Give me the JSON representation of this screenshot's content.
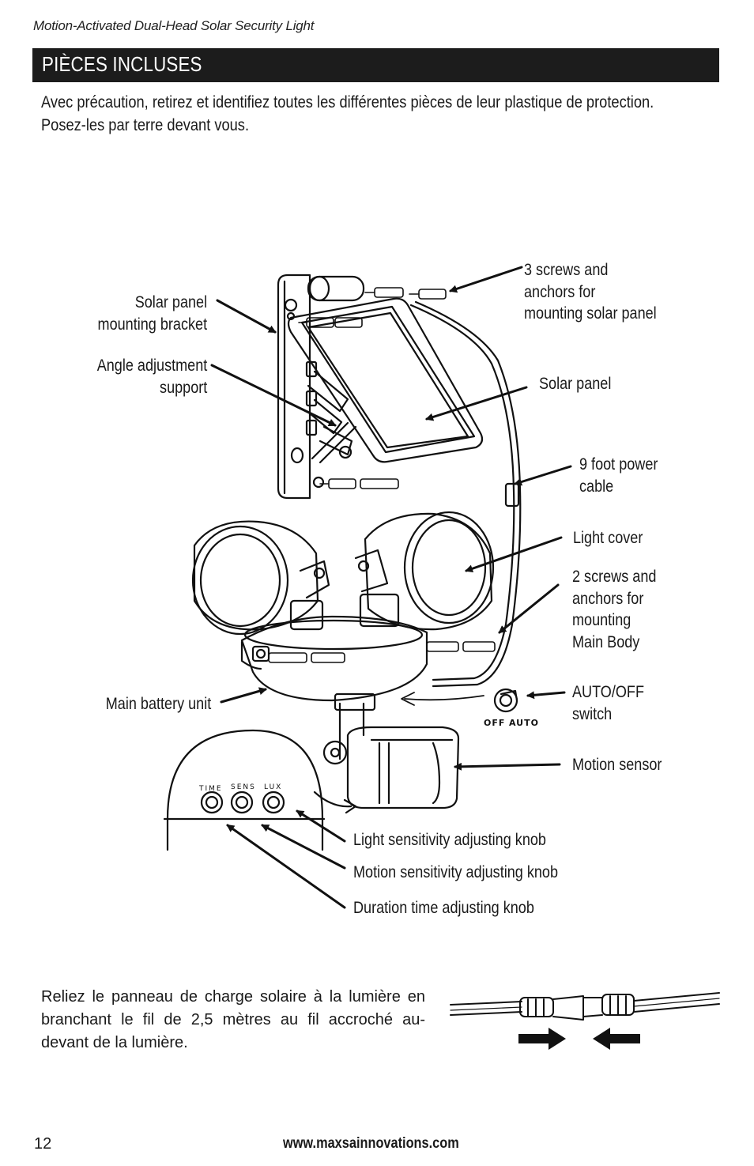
{
  "header": {
    "title": "Motion-Activated Dual-Head Solar Security Light"
  },
  "section": {
    "title": "PIÈCES INCLUSES"
  },
  "intro": {
    "line1": "Avec précaution, retirez et identifiez toutes les différentes pièces de leur plastique de protection.",
    "line2": "Posez-les par terre devant vous."
  },
  "labels": {
    "solar_panel_bracket": [
      "Solar panel",
      "mounting bracket"
    ],
    "angle_support": [
      "Angle adjustment",
      "support"
    ],
    "screws_solar": [
      "3 screws and",
      "anchors for",
      "mounting solar panel"
    ],
    "solar_panel": [
      "Solar panel"
    ],
    "power_cable": [
      "9 foot power",
      "cable"
    ],
    "light_cover": [
      "Light cover"
    ],
    "screws_body": [
      "2 screws and",
      "anchors for",
      "mounting",
      "Main Body"
    ],
    "battery_unit": [
      "Main battery unit"
    ],
    "auto_off": [
      "AUTO/OFF",
      "switch"
    ],
    "motion_sensor": [
      "Motion sensor"
    ],
    "light_knob": [
      "Light sensitivity adjusting knob"
    ],
    "motion_knob": [
      "Motion sensitivity adjusting knob"
    ],
    "duration_knob": [
      "Duration time adjusting knob"
    ]
  },
  "switch_marks": {
    "off": "OFF",
    "auto": "AUTO"
  },
  "knob_marks": {
    "time": "TIME",
    "sens": "SENS",
    "lux": "LUX"
  },
  "connect": {
    "text": "Reliez le panneau de charge solaire à la lumière en branchant le fil de 2,5 mètres au fil accroché au-devant de la lumière."
  },
  "footer": {
    "page": "12",
    "url": "www.maxsainnovations.com"
  },
  "colors": {
    "ink": "#1a1a1a",
    "bar": "#1c1c1c"
  }
}
